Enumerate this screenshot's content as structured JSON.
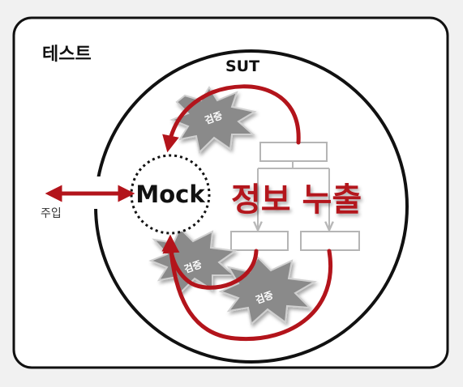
{
  "diagram": {
    "test_label": "테스트",
    "sut_label": "SUT",
    "mock_label": "Mock",
    "leak_label": "정보 누출",
    "inject_label": "주입",
    "verify_labels": [
      "검증",
      "검증",
      "검증"
    ]
  },
  "colors": {
    "accent_red": "#b3141b",
    "frame_black": "#111111",
    "burst_gray": "#8a8a8a",
    "box_border": "#b5b5b5",
    "background": "#f1f1f1"
  }
}
